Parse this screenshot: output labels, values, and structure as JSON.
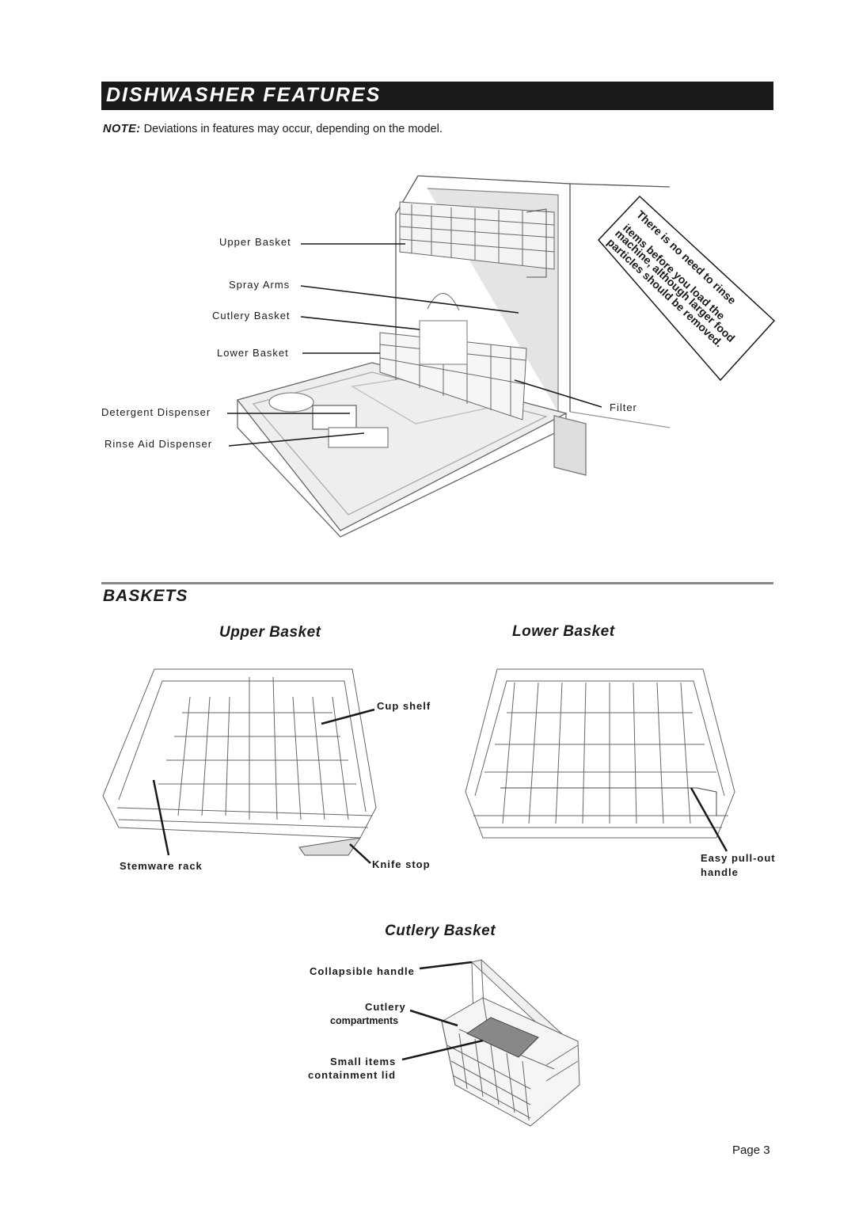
{
  "header": {
    "title": "DISHWASHER FEATURES"
  },
  "note": {
    "label": "NOTE:",
    "text": "Deviations in features may occur, depending on the model."
  },
  "dishwasher": {
    "labels": {
      "upper_basket": "Upper Basket",
      "spray_arms": "Spray Arms",
      "cutlery_basket": "Cutlery Basket",
      "lower_basket": "Lower Basket",
      "detergent_dispenser": "Detergent Dispenser",
      "rinse_aid_dispenser": "Rinse Aid Dispenser",
      "filter": "Filter"
    },
    "rinse_note": {
      "line1": "There is no need to rinse",
      "line2": "items before you load the",
      "line3": "machine, although larger food",
      "line4": "particles should be removed."
    }
  },
  "baskets": {
    "title": "BASKETS",
    "upper": {
      "title": "Upper Basket",
      "cup_shelf": "Cup shelf",
      "stemware_rack": "Stemware rack",
      "knife_stop": "Knife stop"
    },
    "lower": {
      "title": "Lower Basket",
      "handle_line1": "Easy pull-out",
      "handle_line2": "handle"
    },
    "cutlery": {
      "title": "Cutlery Basket",
      "collapsible_handle": "Collapsible handle",
      "compartments_line1": "Cutlery",
      "compartments_line2": "compartments",
      "lid_line1": "Small items",
      "lid_line2": "containment lid"
    }
  },
  "footer": {
    "page": "Page 3"
  }
}
